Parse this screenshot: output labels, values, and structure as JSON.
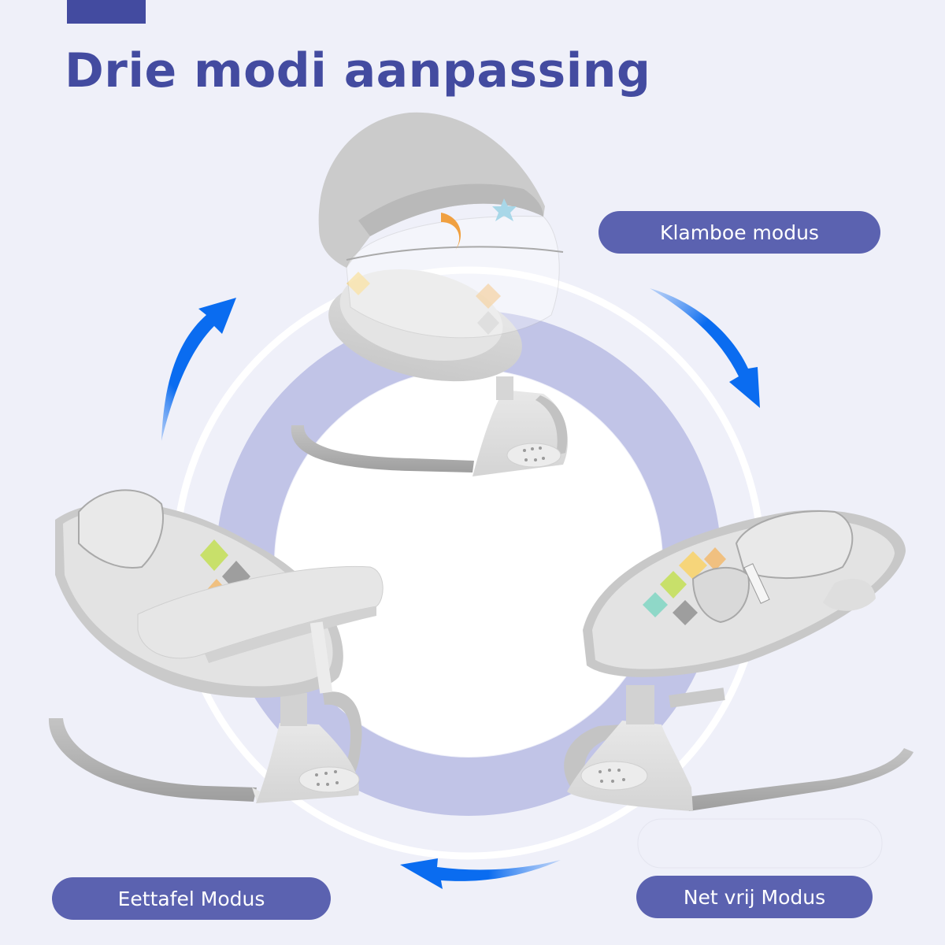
{
  "header": {
    "title": "Drie modi aanpassing",
    "accent_color": "#434ba0"
  },
  "colors": {
    "background": "#eff0f9",
    "ring": "#c1c4e7",
    "ring_inner": "#ffffff",
    "outer_ring": "#ffffff",
    "pill": "#5b62b0",
    "pill_text": "#ffffff",
    "arrow": "#0a6cf0"
  },
  "modes": [
    {
      "label": "Klamboe modus",
      "product": "baby-swing-with-canopy-and-mosquito-net"
    },
    {
      "label": "Eettafel Modus",
      "product": "baby-swing-with-dining-tray"
    },
    {
      "label": "Net vrij Modus",
      "product": "baby-swing-without-net"
    }
  ],
  "arrows": [
    {
      "icon": "curved-arrow-up-right-icon",
      "direction": "clockwise"
    },
    {
      "icon": "curved-arrow-down-right-icon",
      "direction": "clockwise"
    },
    {
      "icon": "curved-arrow-left-icon",
      "direction": "clockwise"
    }
  ]
}
